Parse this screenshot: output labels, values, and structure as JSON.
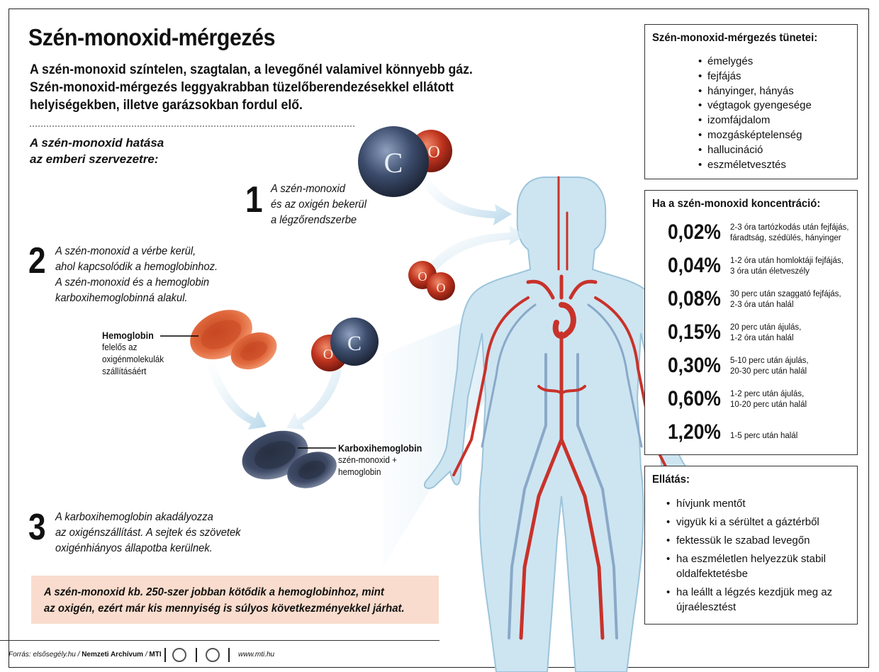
{
  "title": "Szén-monoxid-mérgezés",
  "intro": "A szén-monoxid színtelen, szagtalan, a levegőnél valamivel könnyebb gáz. Szén-monoxid-mérgezés leggyakrabban tüzelőberendezésekkel ellátott helyiségekben, illetve garázsokban fordul elő.",
  "effect_heading_1": "A szén-monoxid hatása",
  "effect_heading_2": "az emberi szervezetre:",
  "steps": [
    {
      "num": "1",
      "lines": [
        "A szén-monoxid",
        "és az oxigén bekerül",
        "a légzőrendszerbe"
      ]
    },
    {
      "num": "2",
      "lines": [
        "A szén-monoxid a vérbe kerül,",
        "ahol kapcsolódik a hemoglobinhoz.",
        "A szén-monoxid és a hemoglobin",
        "karboxihemoglobinná alakul."
      ]
    },
    {
      "num": "3",
      "lines": [
        "A karboxihemoglobin akadályozza",
        "az oxigénszállítást. A sejtek és szövetek",
        "oxigénhiányos állapotba kerülnek."
      ]
    }
  ],
  "molecules": {
    "carbon": "C",
    "oxygen": "O"
  },
  "hemoglobin": {
    "name": "Hemoglobin",
    "desc": [
      "felelős az",
      "oxigénmolekulák",
      "szállításáért"
    ]
  },
  "carboxy": {
    "name": "Karboxihemoglobin",
    "desc": [
      "szén-monoxid +",
      "hemoglobin"
    ]
  },
  "callout": [
    "A szén-monoxid kb. 250-szer jobban kötődik a hemoglobinhoz, mint",
    "az oxigén, ezért már kis mennyiség is súlyos következményekkel járhat."
  ],
  "symptoms": {
    "title": "Szén-monoxid-mérgezés tünetei:",
    "items": [
      "émelygés",
      "fejfájás",
      "hányinger, hányás",
      "végtagok gyengesége",
      "izomfájdalom",
      "mozgásképtelenség",
      "hallucináció",
      "eszméletvesztés"
    ]
  },
  "concentration": {
    "title": "Ha a szén-monoxid koncentráció:",
    "rows": [
      {
        "value": "0,02%",
        "desc": [
          "2-3 óra tartózkodás után fejfájás,",
          "fáradtság, szédülés, hányinger"
        ]
      },
      {
        "value": "0,04%",
        "desc": [
          "1-2 óra után homloktáji fejfájás,",
          "3 óra után életveszély"
        ]
      },
      {
        "value": "0,08%",
        "desc": [
          "30 perc után szaggató fejfájás,",
          "2-3 óra után halál"
        ]
      },
      {
        "value": "0,15%",
        "desc": [
          "20 perc után ájulás,",
          "1-2 óra után halál"
        ]
      },
      {
        "value": "0,30%",
        "desc": [
          "5-10 perc után ájulás,",
          "20-30 perc után halál"
        ]
      },
      {
        "value": "0,60%",
        "desc": [
          "1-2 perc után ájulás,",
          "10-20 perc után halál"
        ]
      },
      {
        "value": "1,20%",
        "desc": [
          "1-5 perc után halál"
        ]
      }
    ]
  },
  "care": {
    "title": "Ellátás:",
    "items": [
      "hívjunk mentőt",
      "vigyük ki a sérültet a gáztérből",
      "fektessük le szabad levegőn",
      "ha eszméletlen helyezzük stabil oldalfektetésbe",
      "ha leállt a légzés kezdjük meg az újraélesztést"
    ]
  },
  "footer": {
    "source_prefix": "Forrás: elsősegély.hu / ",
    "archive": "Nemzeti Archívum",
    "sep": " / ",
    "mti": "MTI",
    "url": "www.mti.hu"
  },
  "colors": {
    "callout_bg": "#f9dccd",
    "body_fill": "#cfe6f2",
    "artery": "#c8322a",
    "carbon": "#3a4a6a",
    "oxygen": "#b8321e"
  }
}
